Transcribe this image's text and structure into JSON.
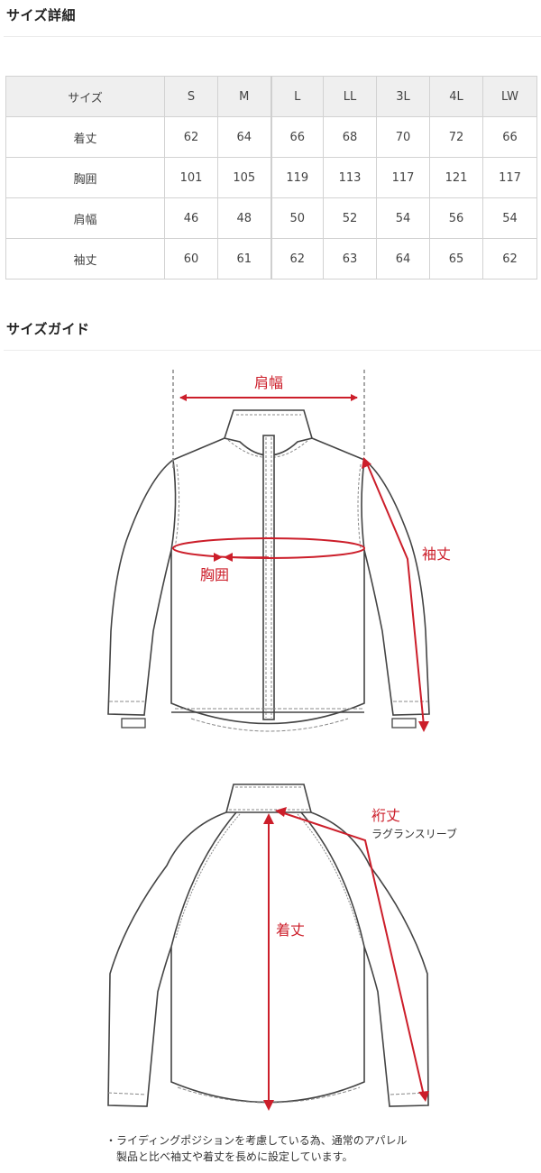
{
  "size_details": {
    "title": "サイズ詳細",
    "table": {
      "header_label": "サイズ",
      "sizes": [
        "S",
        "M",
        "L",
        "LL",
        "3L",
        "4L",
        "LW"
      ],
      "rows": [
        {
          "label": "着丈",
          "values": [
            "62",
            "64",
            "66",
            "68",
            "70",
            "72",
            "66"
          ]
        },
        {
          "label": "胸囲",
          "values": [
            "101",
            "105",
            "119",
            "113",
            "117",
            "121",
            "117"
          ]
        },
        {
          "label": "肩幅",
          "values": [
            "46",
            "48",
            "50",
            "52",
            "54",
            "56",
            "54"
          ]
        },
        {
          "label": "袖丈",
          "values": [
            "60",
            "61",
            "62",
            "63",
            "64",
            "65",
            "62"
          ]
        }
      ]
    }
  },
  "size_guide": {
    "title": "サイズガイド",
    "front_diagram": {
      "shoulder_width_label": "肩幅",
      "chest_label": "胸囲",
      "sleeve_length_label": "袖丈"
    },
    "back_diagram": {
      "yuki_label": "裄丈",
      "raglan_label": "ラグランスリーブ",
      "body_length_label": "着丈"
    },
    "note": {
      "bullet": "・",
      "line1": "ライディングポジションを考慮している為、通常のアパレル",
      "line2": "製品と比べ袖丈や着丈を長めに設定しています。"
    }
  },
  "colors": {
    "measure_red": "#cc1e2a",
    "outline": "#444444",
    "header_bg": "#efefef",
    "border": "#d2d2d2"
  }
}
